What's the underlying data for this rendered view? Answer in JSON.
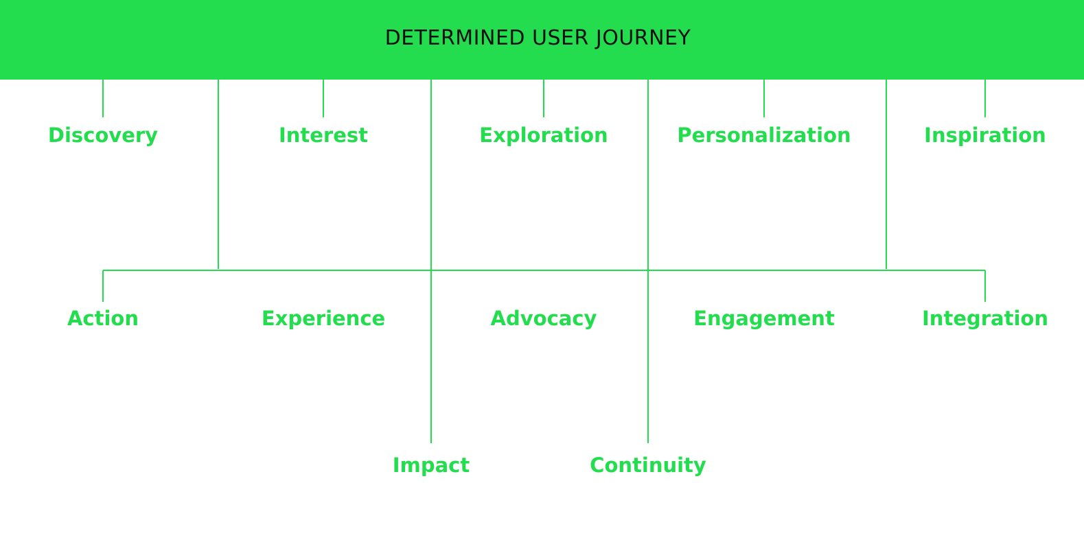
{
  "header": {
    "title": "DETERMINED USER JOURNEY"
  },
  "colors": {
    "accent": "#23dd4e",
    "title_text": "#111111",
    "background": "#ffffff"
  },
  "stages": {
    "top_row": [
      "Discovery",
      "Interest",
      "Exploration",
      "Personalization",
      "Inspiration"
    ],
    "middle_row": [
      "Action",
      "Experience",
      "Advocacy",
      "Engagement",
      "Integration"
    ],
    "bottom_row": [
      "Impact",
      "Continuity"
    ]
  }
}
